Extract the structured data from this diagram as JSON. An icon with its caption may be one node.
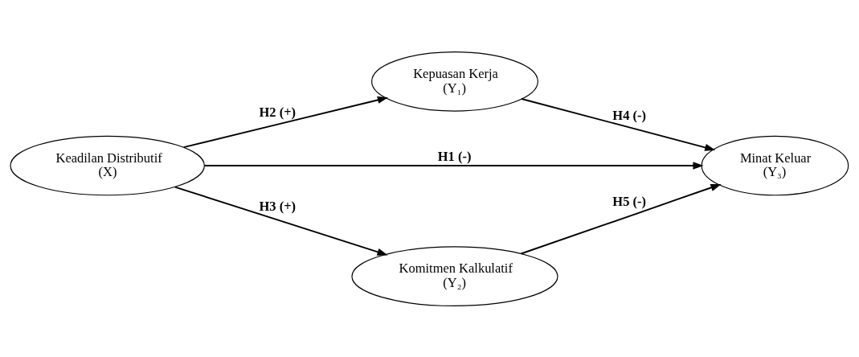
{
  "diagram": {
    "nodes": [
      {
        "text": [
          "Kepuasan Kerja (Y₁)"
        ]
      },
      {
        "text": [
          "Keadilan Distributif (X)"
        ]
      },
      {
        "text": [
          "Minat Keluar (Y₃)"
        ]
      },
      {
        "text": [
          "Komitmen Kalkulatif (Y₂)"
        ]
      }
    ],
    "edges": [
      {
        "from": 1,
        "to": 0,
        "arrow": "to",
        "label": "H2 (+)"
      },
      {
        "from": 1,
        "to": 2,
        "arrow": "to",
        "label": "H1 (-)"
      },
      {
        "from": 1,
        "to": 3,
        "arrow": "to",
        "label": "H3 (+)"
      },
      {
        "from": 0,
        "to": 2,
        "arrow": "to",
        "label": "H4 (-)"
      },
      {
        "from": 3,
        "to": 2,
        "arrow": "to",
        "label": "H5 (-)"
      }
    ]
  }
}
